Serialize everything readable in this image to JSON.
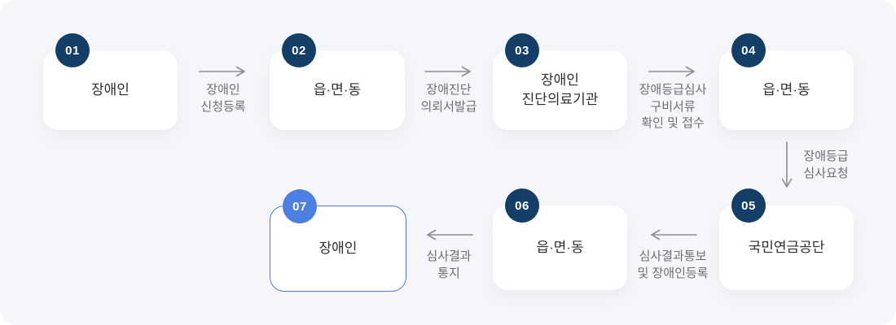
{
  "diagram": {
    "steps": [
      {
        "number": "01",
        "label": "장애인"
      },
      {
        "number": "02",
        "label": "읍·면·동"
      },
      {
        "number": "03",
        "label": "장애인\n진단의료기관"
      },
      {
        "number": "04",
        "label": "읍·면·동"
      },
      {
        "number": "05",
        "label": "국민연금공단"
      },
      {
        "number": "06",
        "label": "읍·면·동"
      },
      {
        "number": "07",
        "label": "장애인"
      }
    ],
    "transitions": [
      {
        "from": "01",
        "to": "02",
        "direction": "right",
        "label": "장애인\n신청등록"
      },
      {
        "from": "02",
        "to": "03",
        "direction": "right",
        "label": "장애진단\n의뢰서발급"
      },
      {
        "from": "03",
        "to": "04",
        "direction": "right",
        "label": "장애등급심사\n구비서류\n확인 및 접수"
      },
      {
        "from": "04",
        "to": "05",
        "direction": "down",
        "label": "장애등급\n심사요청"
      },
      {
        "from": "05",
        "to": "06",
        "direction": "left",
        "label": "심사결과통보\n및 장애인등록"
      },
      {
        "from": "06",
        "to": "07",
        "direction": "left",
        "label": "심사결과\n통지"
      }
    ]
  },
  "colors": {
    "canvas-bg": "#f4f6f9",
    "box-bg": "#ffffff",
    "badge-navy": "#153e66",
    "badge-blue": "#4d7ee2",
    "highlight-border": "#4d7ee2",
    "box-text": "#2f2f2f",
    "arrow-line": "#8d8d8d",
    "arrow-label-text": "#6e6e6e"
  }
}
